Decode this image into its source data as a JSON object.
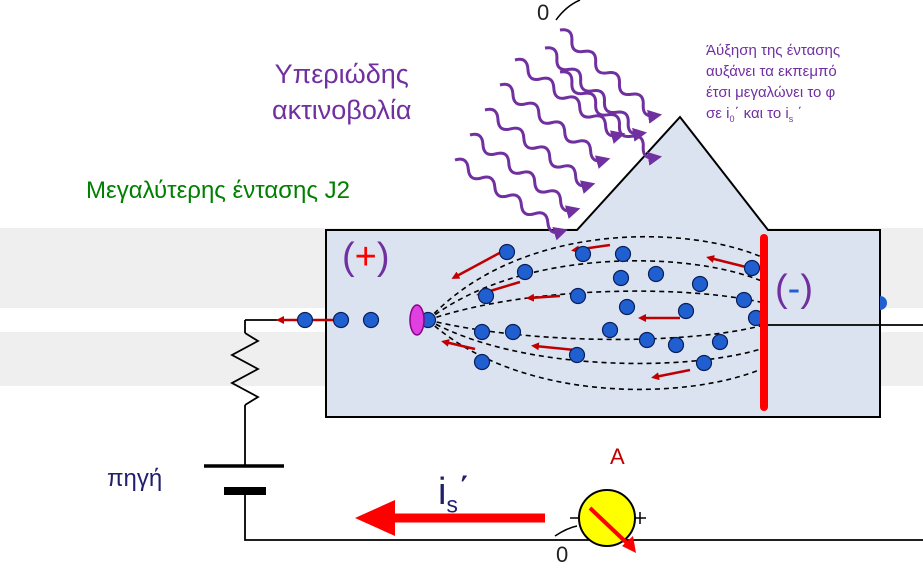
{
  "labels": {
    "uv_line1": "Υπεριώδης",
    "uv_line2": "ακτινοβολία",
    "intensity": "Μεγαλύτερης έντασης J2",
    "note_line1": "Άύξηση της έντασης",
    "note_line2": "αυξάνει τα εκπεμπό",
    "note_line3": "έτσι μεγαλώνει το φ",
    "note_line4_a": "σε i",
    "note_line4_sub": "0",
    "note_line4_b": "΄ και το i",
    "note_line4_sub2": "s",
    "note_line4_c": " ΄",
    "anode_open": "(",
    "anode_sign": "+",
    "anode_close": ")",
    "cathode_open": "(",
    "cathode_sign": "-",
    "cathode_close": ")",
    "source": "πηγή",
    "current_main": "i",
    "current_sub": "s",
    "current_prime": "΄",
    "ammeter": "A",
    "zero_top": "0",
    "zero_bottom": "0"
  },
  "colors": {
    "tube_fill": "#dbe3f1",
    "band": "#efefef",
    "uv": "#7030a0",
    "electron": "#1f5fcf",
    "arrow": "#c00000",
    "cathode": "#ff0000",
    "anode_tip": "#e040e0",
    "ammeter_fill": "#ffff00"
  }
}
